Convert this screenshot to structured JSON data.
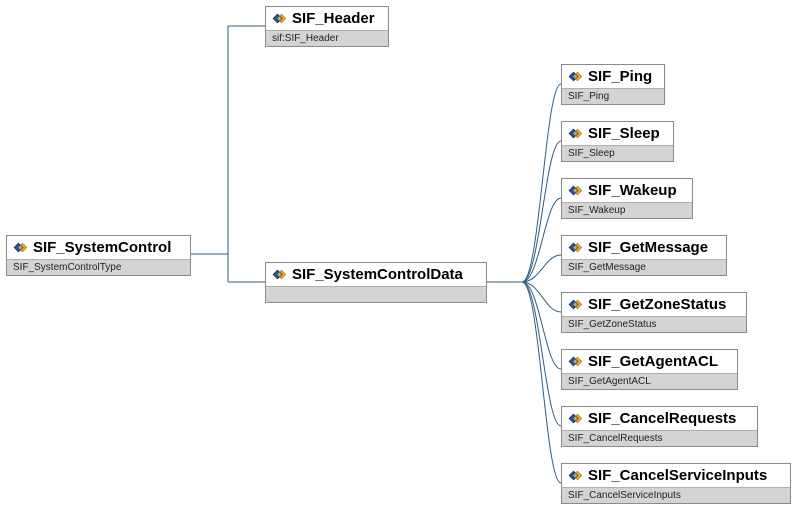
{
  "nodes": {
    "system_control": {
      "label": "SIF_SystemControl",
      "type": "SIF_SystemControlType"
    },
    "header": {
      "label": "SIF_Header",
      "type": "sif:SIF_Header"
    },
    "system_control_data": {
      "label": "SIF_SystemControlData",
      "type": ""
    },
    "ping": {
      "label": "SIF_Ping",
      "type": "SIF_Ping"
    },
    "sleep": {
      "label": "SIF_Sleep",
      "type": "SIF_Sleep"
    },
    "wakeup": {
      "label": "SIF_Wakeup",
      "type": "SIF_Wakeup"
    },
    "get_message": {
      "label": "SIF_GetMessage",
      "type": "SIF_GetMessage"
    },
    "get_zone_status": {
      "label": "SIF_GetZoneStatus",
      "type": "SIF_GetZoneStatus"
    },
    "get_agent_acl": {
      "label": "SIF_GetAgentACL",
      "type": "SIF_GetAgentACL"
    },
    "cancel_requests": {
      "label": "SIF_CancelRequests",
      "type": "SIF_CancelRequests"
    },
    "cancel_service_inputs": {
      "label": "SIF_CancelServiceInputs",
      "type": "SIF_CancelServiceInputs"
    }
  },
  "colors": {
    "connector": "#2f5b86",
    "icon_blue": "#1f4fa8",
    "icon_gold": "#e0a82e",
    "type_bar": "#d4d4d4"
  },
  "icon": "element-icon"
}
